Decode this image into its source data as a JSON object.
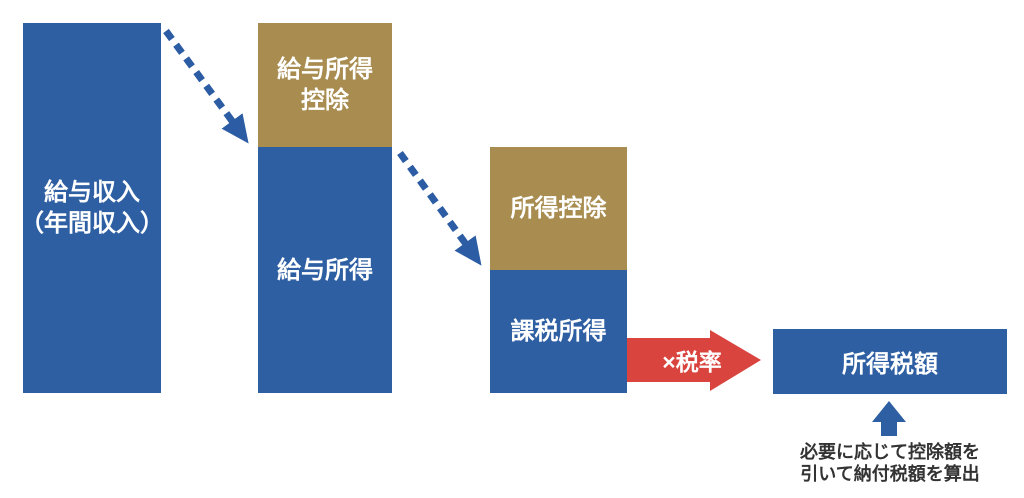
{
  "diagram": {
    "title_implied": "income-tax-calculation-flow",
    "bars": {
      "salary_income": {
        "line1": "給与収入",
        "line2": "（年間収入）"
      },
      "employment": {
        "deduction_line1": "給与所得",
        "deduction_line2": "控除",
        "income": "給与所得"
      },
      "taxable": {
        "deduction": "所得控除",
        "income": "課税所得"
      }
    },
    "rate_arrow_label": "×税率",
    "result_box_label": "所得税額",
    "note": {
      "line1": "必要に応じて控除額を",
      "line2": "引いて納付税額を算出"
    },
    "colors": {
      "blue": "#2e5fa3",
      "gold": "#a88c50",
      "red": "#d9443e",
      "dashed_arrow_blue": "#2b5ca4",
      "label_text": "#ffffff",
      "note_text": "#333333"
    },
    "icons": {
      "dashed_arrow_1": "dashed-diagonal-arrow-icon",
      "dashed_arrow_2": "dashed-diagonal-arrow-icon",
      "rate_arrow": "right-arrow-icon",
      "note_arrow": "up-arrow-icon"
    }
  }
}
